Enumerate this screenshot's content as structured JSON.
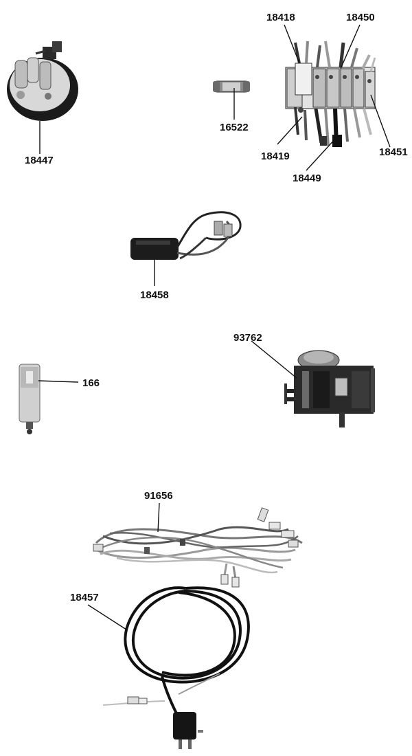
{
  "diagram": {
    "labels": {
      "pressure_switch": "18447",
      "fuse": "16522",
      "relay_left_top": "18418",
      "relay_right_top": "18450",
      "relay_left_bottom": "18419",
      "relay_right_bottom": "18451",
      "relay_bottom": "18449",
      "capacitor": "18458",
      "float_switch": "166",
      "timer": "93762",
      "wire_harness": "91656",
      "power_cord": "18457"
    },
    "colors": {
      "ink": "#111111",
      "dark_part": "#1b1b1b",
      "mid_part": "#7a7a7a",
      "light_part": "#c8c8c8"
    }
  }
}
